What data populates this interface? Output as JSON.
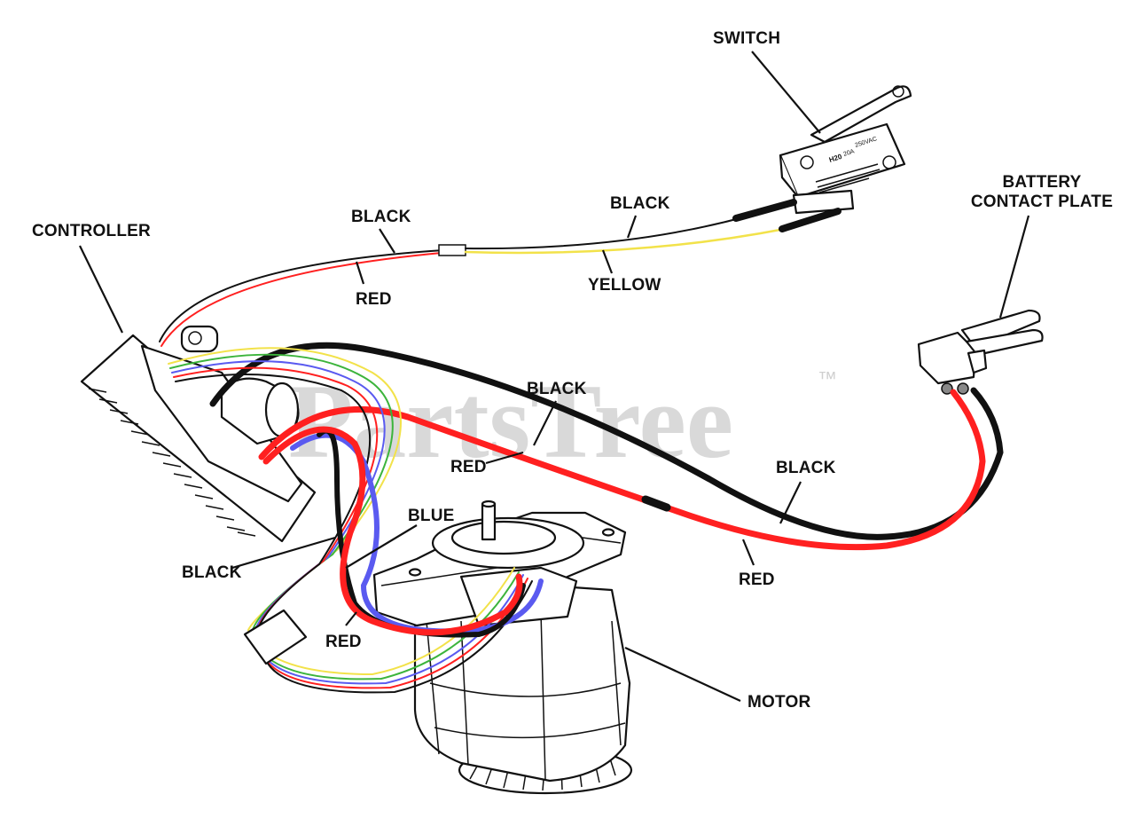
{
  "watermark": {
    "text": "PartsTree",
    "trademark": "™"
  },
  "colors": {
    "red_wire": "#ff2020",
    "black_wire": "#111111",
    "blue_wire": "#5a5af0",
    "yellow_wire": "#f2e24a",
    "green_wire": "#3cb43c",
    "watermark": "#d9d9d9"
  },
  "labels": {
    "switch": "SWITCH",
    "battery_contact_plate_line1": "BATTERY",
    "battery_contact_plate_line2": "CONTACT PLATE",
    "controller": "CONTROLLER",
    "black_top_left": "BLACK",
    "red_top_left": "RED",
    "black_top_right": "BLACK",
    "yellow": "YELLOW",
    "black_middle": "BLACK",
    "red_middle": "RED",
    "black_right": "BLACK",
    "red_right": "RED",
    "blue": "BLUE",
    "black_left": "BLACK",
    "red_bottom": "RED",
    "motor": "MOTOR"
  },
  "switch_markings": {
    "model": "H20",
    "rating_1": "20A",
    "rating_2": "250VAC"
  }
}
